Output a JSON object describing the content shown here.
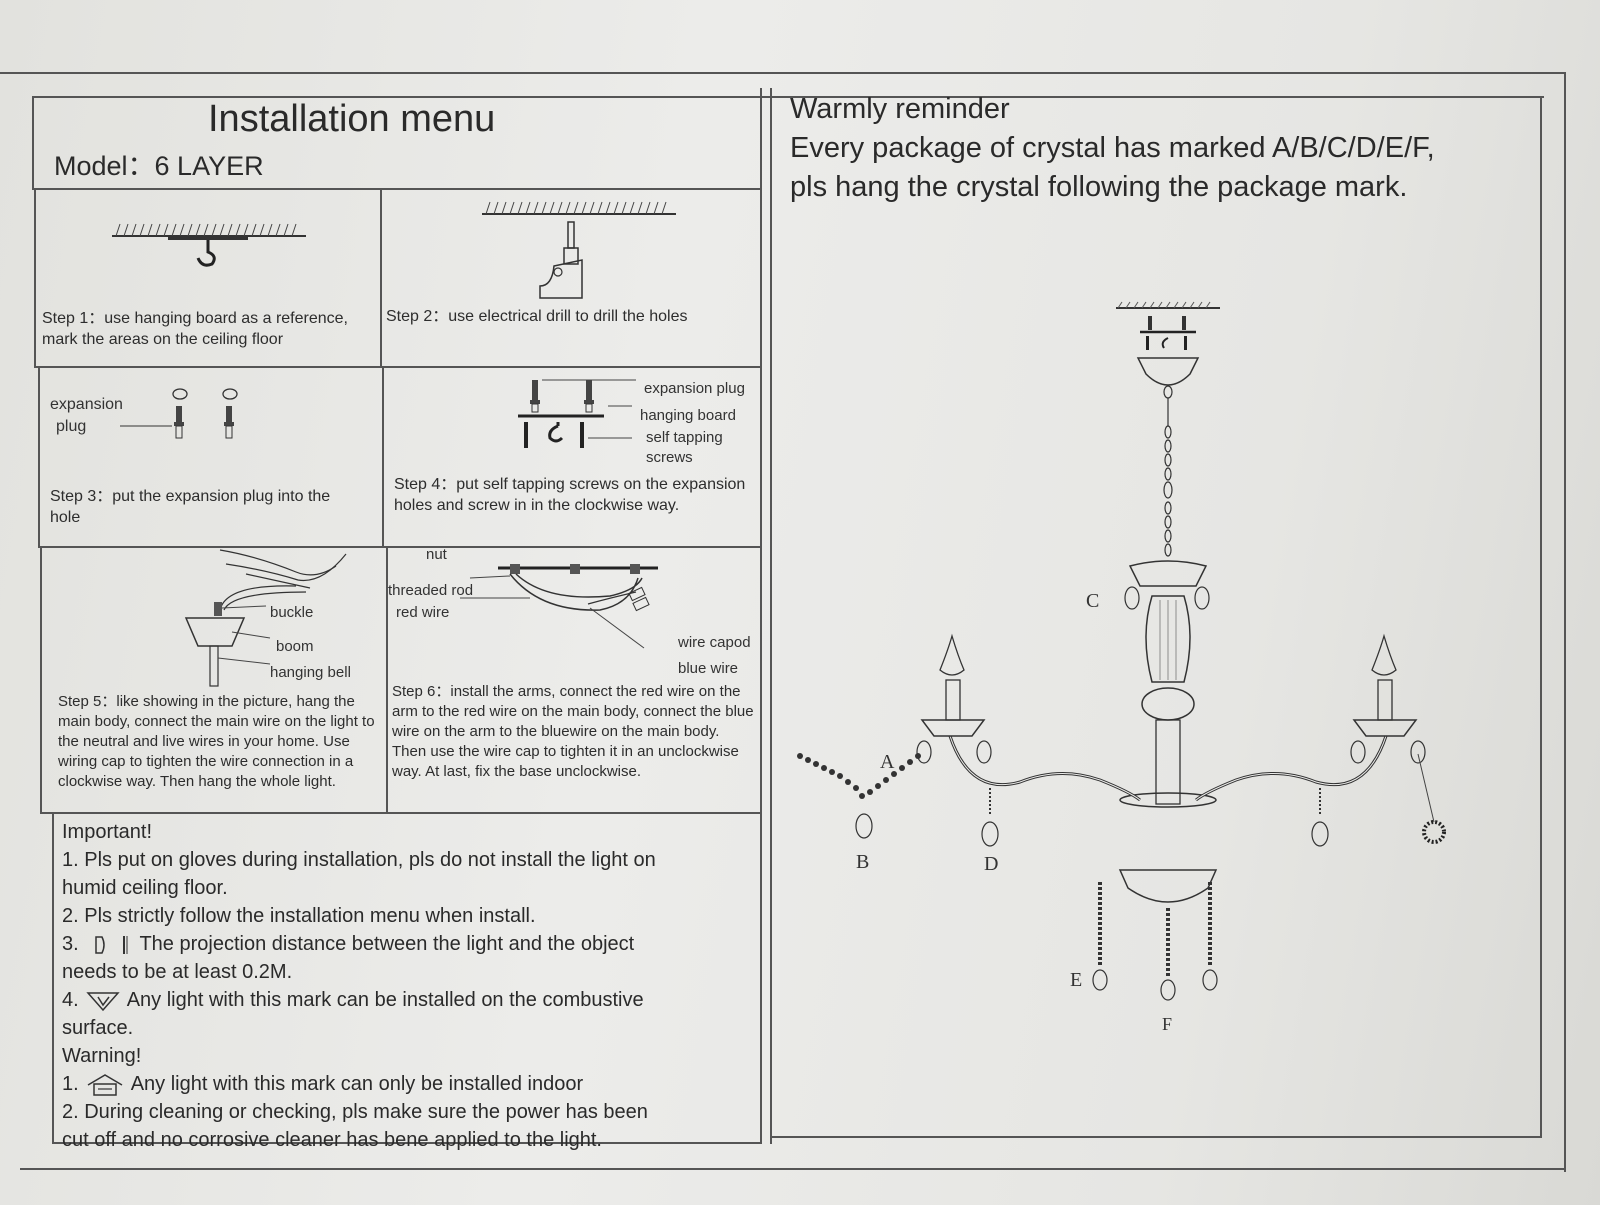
{
  "header": {
    "title": "Installation menu",
    "model": "Model：6 LAYER"
  },
  "steps": {
    "step1": "Step 1：use hanging board as a reference, mark the areas on the ceiling floor",
    "step2": "Step 2：use electrical drill to drill the holes",
    "step3": "Step 3：put the expansion plug into the hole",
    "step4": "Step 4：put self tapping screws on the expansion holes and screw in in the clockwise way.",
    "step5": "Step 5：like showing in the picture, hang the main body, connect the main wire on the light to the neutral and live wires in your home. Use wiring cap to tighten the wire connection in a clockwise way. Then hang the whole light.",
    "step6": "Step 6：install the arms, connect the red wire on the arm to the red wire on the main body, connect the blue wire on the arm to the bluewire on the main body. Then use the wire cap to tighten it in an unclockwise way. At last, fix the base unclockwise."
  },
  "labels": {
    "expansion_plug_l1": "expansion",
    "expansion_plug_l2": "plug",
    "s4_expansion_plug": "expansion plug",
    "s4_hanging_board": "hanging board",
    "s4_self_tapping_1": "self tapping",
    "s4_self_tapping_2": "screws",
    "buckle": "buckle",
    "boom": "boom",
    "hanging_bell": "hanging bell",
    "nut": "nut",
    "threaded_rod": "threaded rod",
    "red_wire": "red wire",
    "wire_capod": "wire capod",
    "blue_wire": "blue wire"
  },
  "notes": {
    "important_title": "Important!",
    "imp1a": "1. Pls put on gloves during installation, pls do not install the light on",
    "imp1b": "humid ceiling floor.",
    "imp2": "2. Pls strictly follow the installation menu when install.",
    "imp3a_num": "3.",
    "imp3a": "The projection distance between the light and the object",
    "imp3b": "needs to be at least 0.2M.",
    "imp4_num": "4.",
    "imp4a": "Any light with this mark can be installed on the combustive",
    "imp4b": "surface.",
    "warning_title": "Warning!",
    "warn1_num": "1.",
    "warn1": "Any light with this mark can only be installed indoor",
    "warn2a": "2. During cleaning or checking, pls make sure the power has been",
    "warn2b": "cut off and no corrosive cleaner has bene applied to the light."
  },
  "reminder": {
    "title": "Warmly reminder",
    "line1": "Every package of crystal has marked A/B/C/D/E/F,",
    "line2": "pls hang the crystal following the package mark."
  },
  "crystal_marks": [
    "A",
    "B",
    "C",
    "D",
    "E",
    "F"
  ]
}
